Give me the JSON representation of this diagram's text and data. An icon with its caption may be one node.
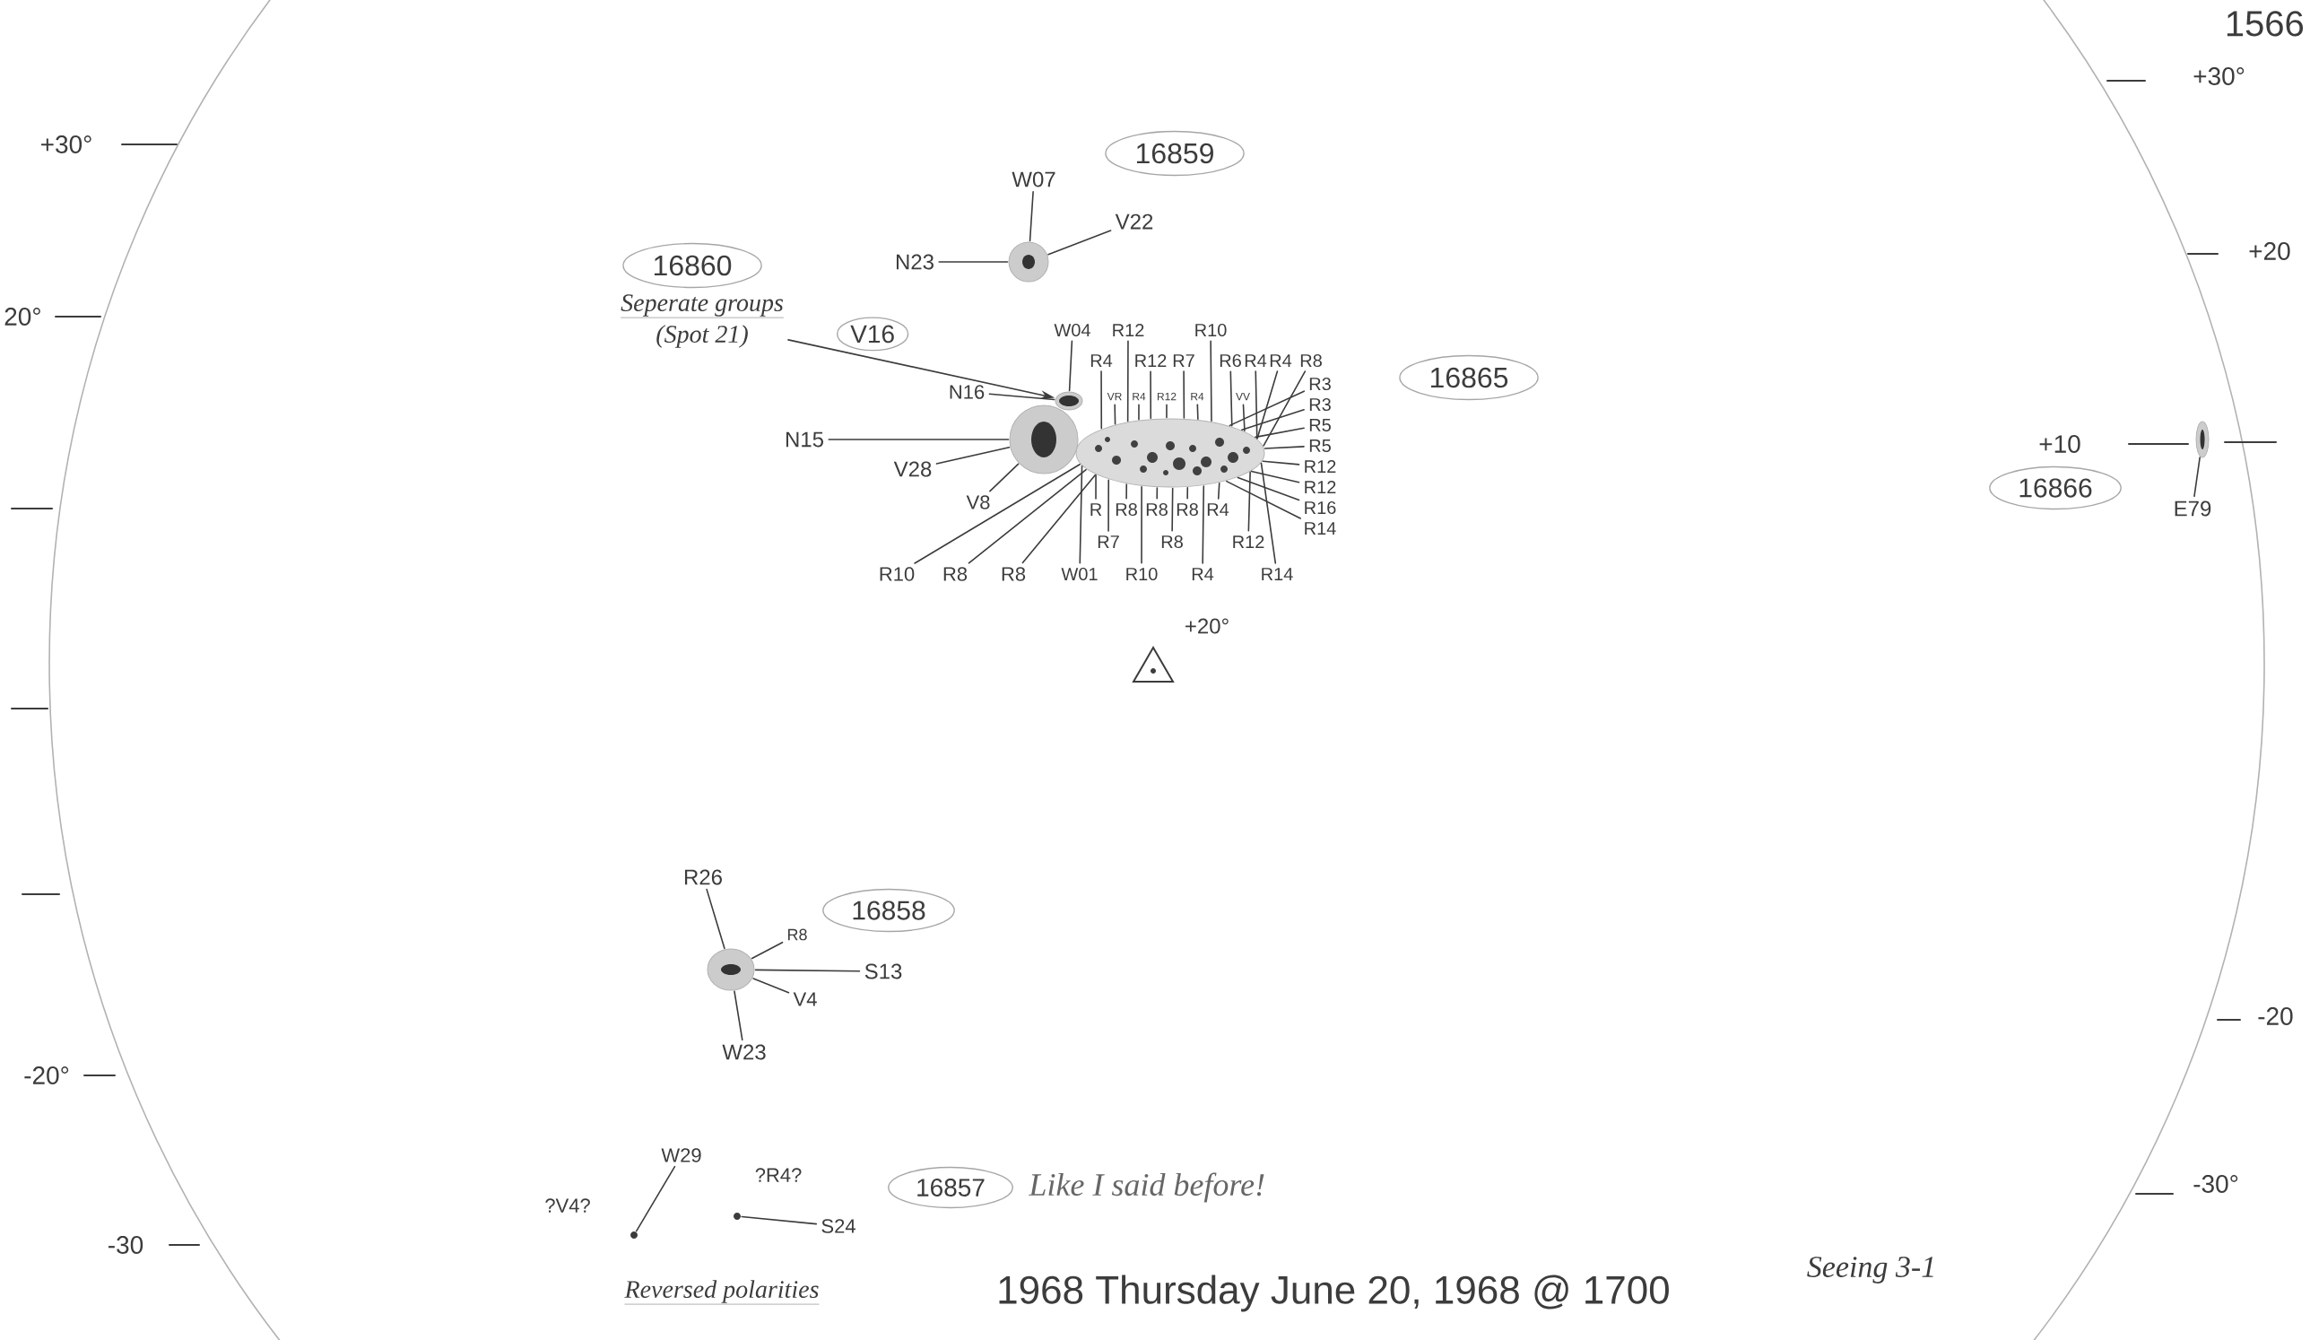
{
  "diagram": {
    "nodes": [
      {
        "text": [
          "16859"
        ]
      },
      {
        "text": [
          "W07"
        ]
      },
      {
        "text": [
          "N23"
        ]
      },
      {
        "text": [],
        "shape": "picture"
      },
      {
        "text": [
          "V22"
        ]
      },
      {
        "text": [
          "16860"
        ]
      },
      {
        "text": [
          "Seperate groups",
          "(Spot 21)"
        ]
      },
      {
        "text": [
          "16865"
        ]
      },
      {
        "text": [
          "W04"
        ]
      },
      {
        "text": [
          "R12"
        ]
      },
      {
        "text": [
          "R10"
        ]
      },
      {
        "text": [
          "R4"
        ]
      },
      {
        "text": [
          "R12"
        ]
      },
      {
        "text": [
          "R7"
        ]
      },
      {
        "text": [
          "R6"
        ]
      },
      {
        "text": [
          "R4"
        ]
      },
      {
        "text": [
          "R4"
        ]
      },
      {
        "text": [
          "R8"
        ]
      },
      {
        "text": [
          "R4"
        ]
      },
      {
        "text": [
          "R12"
        ]
      },
      {
        "text": [
          "N16"
        ]
      },
      {
        "text": [
          "VR"
        ]
      },
      {
        "text": [
          "R3"
        ]
      },
      {
        "text": [
          "R4"
        ]
      },
      {
        "text": [
          "VV"
        ]
      },
      {
        "text": [
          "R3"
        ]
      },
      {
        "text": [
          "R5"
        ]
      },
      {
        "text": [
          "R5"
        ]
      },
      {
        "text": [
          "N15"
        ]
      },
      {
        "text": [
          "R12"
        ]
      },
      {
        "text": [
          "R12"
        ]
      },
      {
        "text": [
          "V28"
        ]
      },
      {
        "text": [
          "R16"
        ]
      },
      {
        "text": [
          "V8"
        ]
      },
      {
        "text": [
          "R"
        ]
      },
      {
        "text": [
          "R8"
        ]
      },
      {
        "text": [
          "R8"
        ]
      },
      {
        "text": [
          "R8"
        ]
      },
      {
        "text": [
          "R4"
        ]
      },
      {
        "text": [
          "R14"
        ]
      },
      {
        "text": [
          "R8"
        ]
      },
      {
        "text": [
          "R7"
        ]
      },
      {
        "text": [
          "R10"
        ]
      },
      {
        "text": [
          "R12"
        ]
      },
      {
        "text": [
          "R8"
        ]
      },
      {
        "text": [
          "R8"
        ]
      },
      {
        "text": [
          "W01"
        ]
      },
      {
        "text": [
          "R4"
        ]
      },
      {
        "text": [
          "R14"
        ]
      },
      {
        "text": [
          "R10"
        ]
      },
      {
        "text": [],
        "shape": "picture"
      },
      {
        "text": [],
        "shape": "picture"
      },
      {
        "text": [],
        "shape": "picture"
      },
      {
        "text": [
          "16866"
        ]
      },
      {
        "text": [],
        "shape": "picture"
      },
      {
        "text": [
          "E79"
        ]
      },
      {
        "text": [
          "R26"
        ]
      },
      {
        "text": [
          "16858"
        ]
      },
      {
        "text": [
          "R8"
        ]
      },
      {
        "text": [],
        "shape": "picture"
      },
      {
        "text": [
          "S13"
        ]
      },
      {
        "text": [
          "V4"
        ]
      },
      {
        "text": [
          "W23"
        ]
      },
      {
        "text": [
          "W29"
        ]
      },
      {
        "text": [
          "16857"
        ],
        "beside": [
          "Like I said before!"
        ]
      },
      {
        "text": [],
        "shape": "circle"
      },
      {
        "text": [],
        "shape": "circle"
      },
      {
        "text": [
          "S24"
        ]
      }
    ],
    "edges": [
      {
        "from": 1,
        "to": 3,
        "arrow": "none"
      },
      {
        "from": 2,
        "to": 3,
        "arrow": "none"
      },
      {
        "from": 4,
        "to": 3,
        "arrow": "none"
      },
      {
        "from": 6,
        "to": 51,
        "arrow": "to",
        "label": "V16"
      },
      {
        "from": 8,
        "to": 51,
        "arrow": "none"
      },
      {
        "from": 9,
        "to": 52,
        "arrow": "none"
      },
      {
        "from": 10,
        "to": 52,
        "arrow": "none"
      },
      {
        "from": 11,
        "to": 52,
        "arrow": "none"
      },
      {
        "from": 12,
        "to": 52,
        "arrow": "none"
      },
      {
        "from": 13,
        "to": 52,
        "arrow": "none"
      },
      {
        "from": 14,
        "to": 52,
        "arrow": "none"
      },
      {
        "from": 15,
        "to": 52,
        "arrow": "none"
      },
      {
        "from": 16,
        "to": 52,
        "arrow": "none"
      },
      {
        "from": 17,
        "to": 52,
        "arrow": "none"
      },
      {
        "from": 18,
        "to": 52,
        "arrow": "none"
      },
      {
        "from": 19,
        "to": 52,
        "arrow": "none"
      },
      {
        "from": 20,
        "to": 51,
        "arrow": "none"
      },
      {
        "from": 21,
        "to": 52,
        "arrow": "none"
      },
      {
        "from": 22,
        "to": 52,
        "arrow": "none"
      },
      {
        "from": 23,
        "to": 52,
        "arrow": "none"
      },
      {
        "from": 24,
        "to": 52,
        "arrow": "none"
      },
      {
        "from": 25,
        "to": 52,
        "arrow": "none"
      },
      {
        "from": 26,
        "to": 52,
        "arrow": "none"
      },
      {
        "from": 27,
        "to": 52,
        "arrow": "none"
      },
      {
        "from": 28,
        "to": 50,
        "arrow": "none"
      },
      {
        "from": 29,
        "to": 52,
        "arrow": "none"
      },
      {
        "from": 30,
        "to": 52,
        "arrow": "none"
      },
      {
        "from": 31,
        "to": 50,
        "arrow": "none"
      },
      {
        "from": 32,
        "to": 52,
        "arrow": "none"
      },
      {
        "from": 33,
        "to": 50,
        "arrow": "none"
      },
      {
        "from": 34,
        "to": 52,
        "arrow": "none"
      },
      {
        "from": 35,
        "to": 52,
        "arrow": "none"
      },
      {
        "from": 36,
        "to": 52,
        "arrow": "none"
      },
      {
        "from": 37,
        "to": 52,
        "arrow": "none"
      },
      {
        "from": 38,
        "to": 52,
        "arrow": "none"
      },
      {
        "from": 39,
        "to": 52,
        "arrow": "none"
      },
      {
        "from": 40,
        "to": 52,
        "arrow": "none"
      },
      {
        "from": 41,
        "to": 52,
        "arrow": "none"
      },
      {
        "from": 42,
        "to": 52,
        "arrow": "none"
      },
      {
        "from": 43,
        "to": 52,
        "arrow": "none"
      },
      {
        "from": 44,
        "to": 52,
        "arrow": "none"
      },
      {
        "from": 45,
        "to": 52,
        "arrow": "none"
      },
      {
        "from": 46,
        "to": 52,
        "arrow": "none"
      },
      {
        "from": 47,
        "to": 52,
        "arrow": "none"
      },
      {
        "from": 48,
        "to": 52,
        "arrow": "none"
      },
      {
        "from": 49,
        "to": 52,
        "arrow": "none"
      },
      {
        "from": 55,
        "to": 54,
        "arrow": "none"
      },
      {
        "from": 56,
        "to": 59,
        "arrow": "none"
      },
      {
        "from": 58,
        "to": 59,
        "arrow": "none"
      },
      {
        "from": 60,
        "to": 59,
        "arrow": "none"
      },
      {
        "from": 61,
        "to": 59,
        "arrow": "none"
      },
      {
        "from": 62,
        "to": 59,
        "arrow": "none"
      },
      {
        "from": 63,
        "to": 65,
        "arrow": "none"
      },
      {
        "from": 67,
        "to": 66,
        "arrow": "none"
      }
    ],
    "labels": [
      "1566",
      "+30°",
      "20°",
      "-20°",
      "-30",
      "+30°",
      "+20",
      "+10",
      "-20",
      "-30°",
      "+20°",
      "?V4?",
      "?R4?",
      "Reversed polarities",
      "1968 Thursday June 20, 1968 @ 1700",
      "Seeing 3-1"
    ]
  }
}
